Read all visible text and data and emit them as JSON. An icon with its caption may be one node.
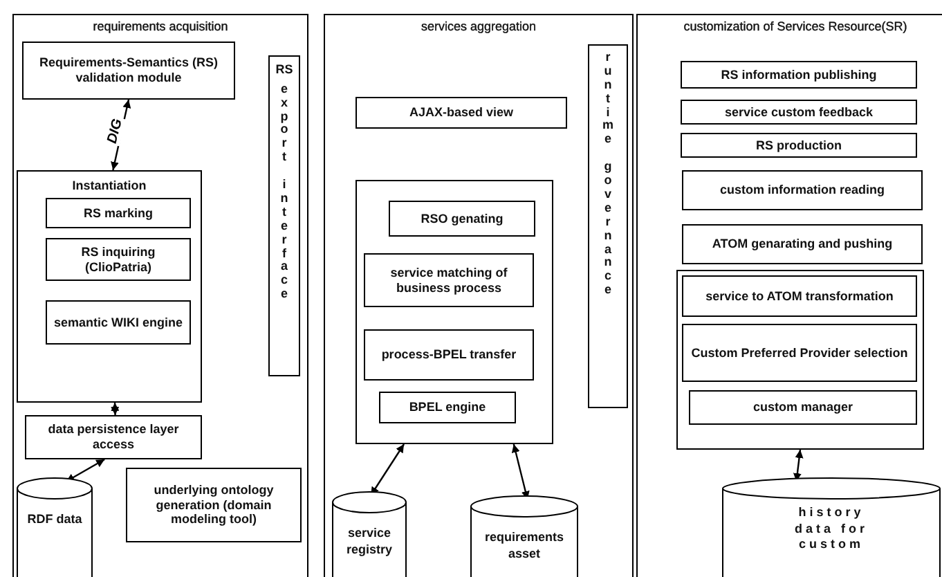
{
  "diagram": {
    "nodes": [
      {
        "text": [
          "requirements acquisition"
        ]
      },
      {
        "text": [
          "Requirements-Semantics (RS) validation module"
        ],
        "in": 0
      },
      {
        "text": [
          "RS export interface"
        ],
        "in": 0
      },
      {
        "text": [
          "Instantiation"
        ],
        "in": 0
      },
      {
        "text": [
          "RS marking"
        ],
        "in": 3
      },
      {
        "text": [
          "RS inquiring (ClioPatria)"
        ],
        "in": 3
      },
      {
        "text": [
          "semantic WIKI engine"
        ],
        "in": 3
      },
      {
        "text": [
          "data persistence layer access"
        ],
        "in": 0
      },
      {
        "text": [
          "RDF data"
        ],
        "in": 0
      },
      {
        "text": [
          "underlying ontology generation (domain modeling tool)"
        ],
        "in": 0
      },
      {
        "text": [
          "services aggregation"
        ]
      },
      {
        "text": [
          "AJAX-based view"
        ],
        "in": 10
      },
      {
        "text": [
          "runtime governance"
        ],
        "in": 10
      },
      {
        "text": [],
        "shape": "box",
        "in": 10
      },
      {
        "text": [
          "RSO genating"
        ],
        "in": 13
      },
      {
        "text": [
          "service matching of business process"
        ],
        "in": 13
      },
      {
        "text": [
          "process-BPEL transfer"
        ],
        "in": 13
      },
      {
        "text": [
          "BPEL engine"
        ],
        "in": 13
      },
      {
        "text": [
          "service registry"
        ],
        "in": 10
      },
      {
        "text": [
          "requirements asset"
        ],
        "in": 10
      },
      {
        "text": [
          "customization of Services Resource(SR)"
        ]
      },
      {
        "text": [
          "RS information publishing"
        ],
        "in": 20
      },
      {
        "text": [
          "service custom feedback"
        ],
        "in": 20
      },
      {
        "text": [
          "RS production"
        ],
        "in": 20
      },
      {
        "text": [
          "custom information reading"
        ],
        "in": 20
      },
      {
        "text": [
          "ATOM genarating and pushing"
        ],
        "in": 20
      },
      {
        "text": [],
        "shape": "box",
        "in": 20
      },
      {
        "text": [
          "service to ATOM transformation"
        ],
        "in": 26
      },
      {
        "text": [
          "Custom Preferred Provider selection"
        ],
        "in": 26
      },
      {
        "text": [
          "custom manager"
        ],
        "in": 26
      },
      {
        "text": [
          "history data for custom"
        ],
        "in": 20
      }
    ],
    "edges": [
      {
        "from": 1,
        "to": 3,
        "arrow": "both",
        "label": "DIG"
      },
      {
        "from": 3,
        "to": 7,
        "arrow": "both"
      },
      {
        "from": 7,
        "to": 8,
        "arrow": "both"
      },
      {
        "from": 13,
        "to": 18,
        "arrow": "both"
      },
      {
        "from": 13,
        "to": 19,
        "arrow": "both"
      },
      {
        "from": 26,
        "to": 30,
        "arrow": "both"
      }
    ]
  }
}
